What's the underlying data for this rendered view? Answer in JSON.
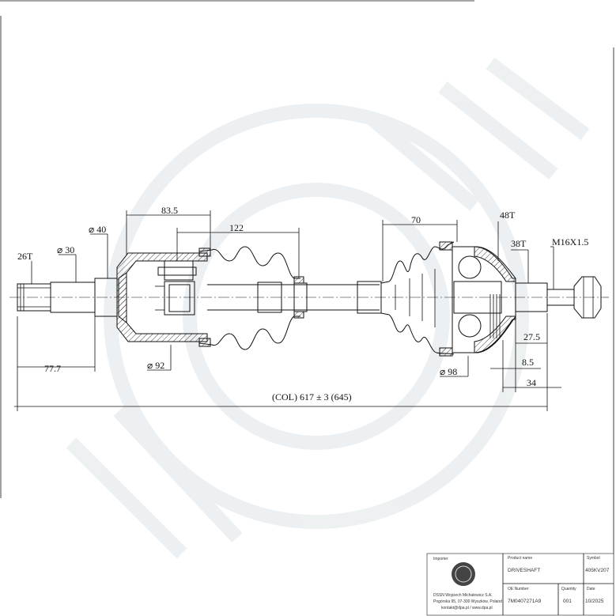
{
  "drawing": {
    "dims": {
      "splines_inner": "26T",
      "dia_30": "⌀ 30",
      "dia_40": "⌀ 40",
      "len_83_5": "83.5",
      "len_122": "122",
      "len_70": "70",
      "splines_outer": "48T",
      "splines_38": "38T",
      "thread": "M16X1.5",
      "len_77_7": "77.7",
      "dia_92": "⌀ 92",
      "dia_98": "⌀ 98",
      "len_27_5": "27.5",
      "len_8_5": "8.5",
      "len_34": "34",
      "overall": "(COL) 617 ± 3 (645)"
    }
  },
  "title_block": {
    "importer_label": "Importer",
    "product_label": "Product name",
    "product_value": "DRIVESHAFT",
    "symbol_label": "Symbol",
    "symbol_value": "405KV207",
    "importer_lines": [
      "DSSN Wojciech Michalewicz S.A.",
      "Pogórska 95, 07-300 Wyszków, Poland",
      "kontakt@dpa.pl / www.dpa.pl"
    ],
    "oe_label": "OE Number",
    "oe_value": "7M0407271A9",
    "qty_label": "Quantity",
    "qty_value": "001",
    "date_label": "Date",
    "date_value": "10/2025"
  }
}
